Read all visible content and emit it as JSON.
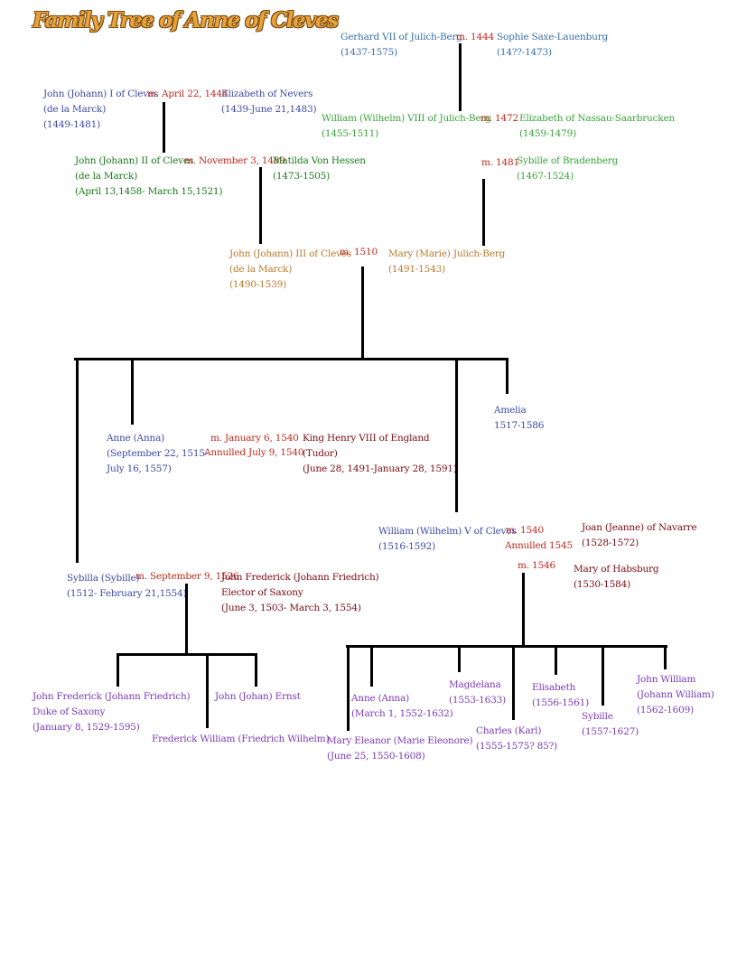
{
  "title": "Family Tree of Anne of Cleves",
  "colors": {
    "title": "#e8a23a",
    "lines": "#000000"
  },
  "gerhard": {
    "name": "Gerhard VII of Julich-Berg",
    "dates": "(1437-1575)"
  },
  "m1444": "m. 1444",
  "sophie": {
    "name": "Sophie Saxe-Lauenburg",
    "dates": "(14??-1473)"
  },
  "john1": {
    "name": "John (Johann) I of Cleves",
    "house": "(de la Marck)",
    "dates": "(1449-1481)"
  },
  "m_apr1444": "m. April 22, 1444",
  "elizabeth_nevers": {
    "name": "Elizabeth of Nevers",
    "dates": "(1439-June 21,1483)"
  },
  "william4": {
    "name": "William (Wilhelm) VIII of Julich-Berg",
    "dates": "(1455-1511)"
  },
  "m1472": "m. 1472",
  "elizabeth_nassau": {
    "name": "Elizabeth of Nassau-Saarbrucken",
    "dates": "(1459-1479)"
  },
  "john2": {
    "name": "John (Johann) II of Cleves",
    "house": "(de la Marck)",
    "dates": "(April 13,1458- March 15,1521)"
  },
  "m_nov1489": "m. November 3, 1489",
  "matilda": {
    "name": "Matilda Von Hessen",
    "dates": "(1473-1505)"
  },
  "m1481": "m. 1481",
  "sybille_brandenburg": {
    "name": "Sybille of Bradenberg",
    "dates": "(1467-1524)"
  },
  "john3": {
    "name": "John (Johann) III of Cleves",
    "house": "(de la Marck)",
    "dates": "(1490-1539)"
  },
  "m1510": "m. 1510",
  "mary_julich": {
    "name": "Mary (Marie) Julich-Berg",
    "dates": "(1491-1543)"
  },
  "anne": {
    "name": "Anne (Anna)",
    "dates1": "(September 22, 1515-",
    "dates2": "July 16, 1557)"
  },
  "m_jan1540": "m. January 6, 1540",
  "annulled_jul1540": "Annulled July 9, 1540",
  "henry": {
    "name": "King Henry VIII of England",
    "house": "(Tudor)",
    "dates": "(June 28, 1491-January 28, 1591)"
  },
  "amelia": {
    "name": "Amelia",
    "dates": "1517-1586"
  },
  "william5": {
    "name": "William (Wilhelm) V of Cleves",
    "dates": "(1516-1592)"
  },
  "m1540": "m. 1540",
  "annulled1545": "Annulled 1545",
  "joan": {
    "name": "Joan (Jeanne) of Navarre",
    "dates": "(1528-1572)"
  },
  "m1546": "m. 1546",
  "mary_habsburg": {
    "name": "Mary of Habsburg",
    "dates": "(1530-1584)"
  },
  "sybilla": {
    "name": "Sybilla (Sybille)",
    "dates": "(1512- February 21,1554)"
  },
  "m_sep1526": "m. September 9, 1526",
  "jf_elector": {
    "name": "John Frederick (Johann Friedrich)",
    "title": "Elector of Saxony",
    "dates": "(June 3, 1503- March 3, 1554)"
  },
  "jf_duke": {
    "name": "John Frederick (Johann Friedrich)",
    "title": "Duke of Saxony",
    "dates": "(January 8, 1529-1595)"
  },
  "john_ernst": {
    "name": "John (Johan) Ernst"
  },
  "fred_william": {
    "name": "Frederick William (Friedrich Wilhelm)"
  },
  "anne2": {
    "name": "Anne (Anna)",
    "dates": "(March 1, 1552-1632)"
  },
  "mary_eleanor": {
    "name": "Mary Eleanor (Marie Eleonore)",
    "dates": "(June 25, 1550-1608)"
  },
  "magdelana": {
    "name": "Magdelana",
    "dates": "(1553-1633)"
  },
  "charles": {
    "name": "Charles (Karl)",
    "dates": "(1555-1575? 85?)"
  },
  "elisabeth": {
    "name": "Elisabeth",
    "dates": "(1556-1561)"
  },
  "sybille2": {
    "name": "Sybille",
    "dates": "(1557-1627)"
  },
  "john_william": {
    "name": "John William",
    "alt": "(Johann William)",
    "dates": "(1562-1609)"
  }
}
